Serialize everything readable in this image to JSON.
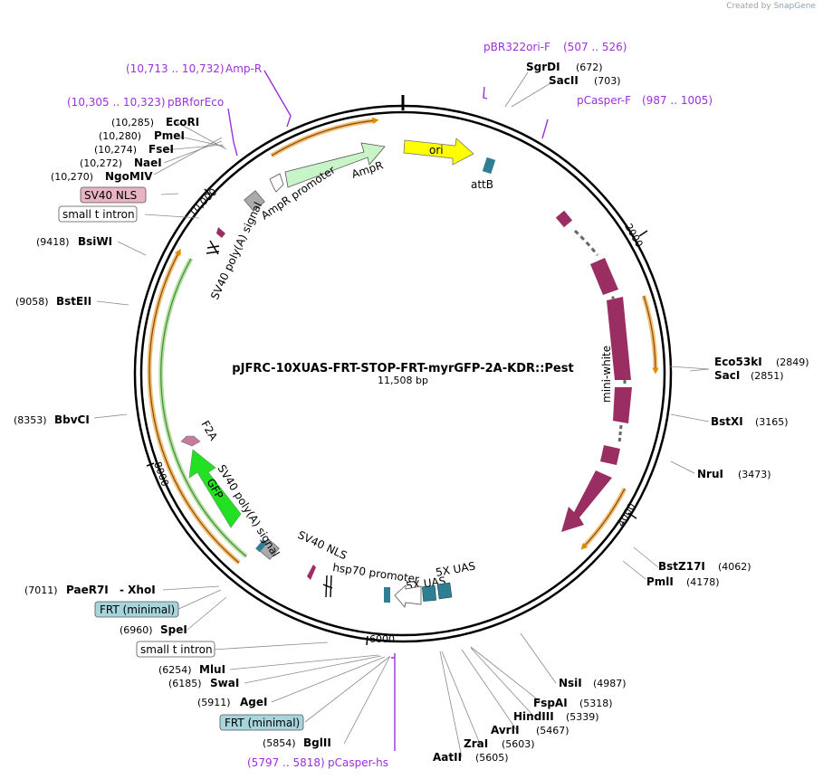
{
  "credit": {
    "prefix": "Created by",
    "brand": "SnapGene"
  },
  "plasmid": {
    "name": "pJFRC-10XUAS-FRT-STOP-FRT-myrGFP-2A-KDR::Pest",
    "size_label": "11,508 bp",
    "length": 11508
  },
  "ticks": [
    "2000",
    "4000",
    "6000",
    "8000",
    "10,000"
  ],
  "colors": {
    "primer": "#9b30d9",
    "mini_white": "#9a2d62",
    "uas": "#2e7f93",
    "ori": "#ffff00",
    "ampr": "#c8f5c8",
    "gfp": "#22e022",
    "f2a": "#c77b9b",
    "sv40nls": "#e8b4c4",
    "frt": "#a8d4dc",
    "orf_orange": "#f0a020"
  },
  "enzymes": [
    {
      "name": "SgrDI",
      "pos": "(672)"
    },
    {
      "name": "SacII",
      "pos": "(703)"
    },
    {
      "name": "Eco53kI",
      "pos": "(2849)"
    },
    {
      "name": "SacI",
      "pos": "(2851)"
    },
    {
      "name": "BstXI",
      "pos": "(3165)"
    },
    {
      "name": "NruI",
      "pos": "(3473)"
    },
    {
      "name": "BstZ17I",
      "pos": "(4062)"
    },
    {
      "name": "PmlI",
      "pos": "(4178)"
    },
    {
      "name": "NsiI",
      "pos": "(4987)"
    },
    {
      "name": "FspAI",
      "pos": "(5318)"
    },
    {
      "name": "HindIII",
      "pos": "(5339)"
    },
    {
      "name": "AvrII",
      "pos": "(5467)"
    },
    {
      "name": "ZraI",
      "pos": "(5603)"
    },
    {
      "name": "AatII",
      "pos": "(5605)"
    },
    {
      "name": "BglII",
      "pos": "(5854)"
    },
    {
      "name": "AgeI",
      "pos": "(5911)"
    },
    {
      "name": "SwaI",
      "pos": "(6185)"
    },
    {
      "name": "MluI",
      "pos": "(6254)"
    },
    {
      "name": "SpeI",
      "pos": "(6960)"
    },
    {
      "name": "PaeR7I",
      "pos": "(7011)"
    },
    {
      "name": "- XhoI",
      "pos": ""
    },
    {
      "name": "BbvCI",
      "pos": "(8353)"
    },
    {
      "name": "BstEII",
      "pos": "(9058)"
    },
    {
      "name": "BsiWI",
      "pos": "(9418)"
    },
    {
      "name": "NgoMIV",
      "pos": "(10,270)"
    },
    {
      "name": "NaeI",
      "pos": "(10,272)"
    },
    {
      "name": "FseI",
      "pos": "(10,274)"
    },
    {
      "name": "PmeI",
      "pos": "(10,280)"
    },
    {
      "name": "EcoRI",
      "pos": "(10,285)"
    }
  ],
  "boxed_labels": [
    {
      "text": "SV40 NLS"
    },
    {
      "text": "small t intron"
    },
    {
      "text": "FRT (minimal)"
    },
    {
      "text": "small t intron"
    },
    {
      "text": "FRT (minimal)"
    }
  ],
  "primers": [
    {
      "name": "pBR322ori-F",
      "range": "(507 .. 526)"
    },
    {
      "name": "pCasper-F",
      "range": "(987 .. 1005)"
    },
    {
      "name": "Amp-R",
      "range": "(10,713 .. 10,732)"
    },
    {
      "name": "pBRforEco",
      "range": "(10,305 .. 10,323)"
    },
    {
      "name": "pCasper-hs",
      "range": "(5797 .. 5818)"
    }
  ],
  "features": {
    "ori": "ori",
    "attB": "attB",
    "AmpR": "AmpR",
    "AmpR_promoter": "AmpR promoter",
    "sv40_polyA_top": "SV40 poly(A) signal",
    "mini_white": "mini-white",
    "uas1": "5X UAS",
    "uas2": "5X UAS",
    "hsp70": "hsp70 promoter",
    "sv40_nls": "SV40 NLS",
    "sv40_polyA_bottom": "SV40 poly(A) signal",
    "gfp": "GFP",
    "f2a": "F2A"
  }
}
